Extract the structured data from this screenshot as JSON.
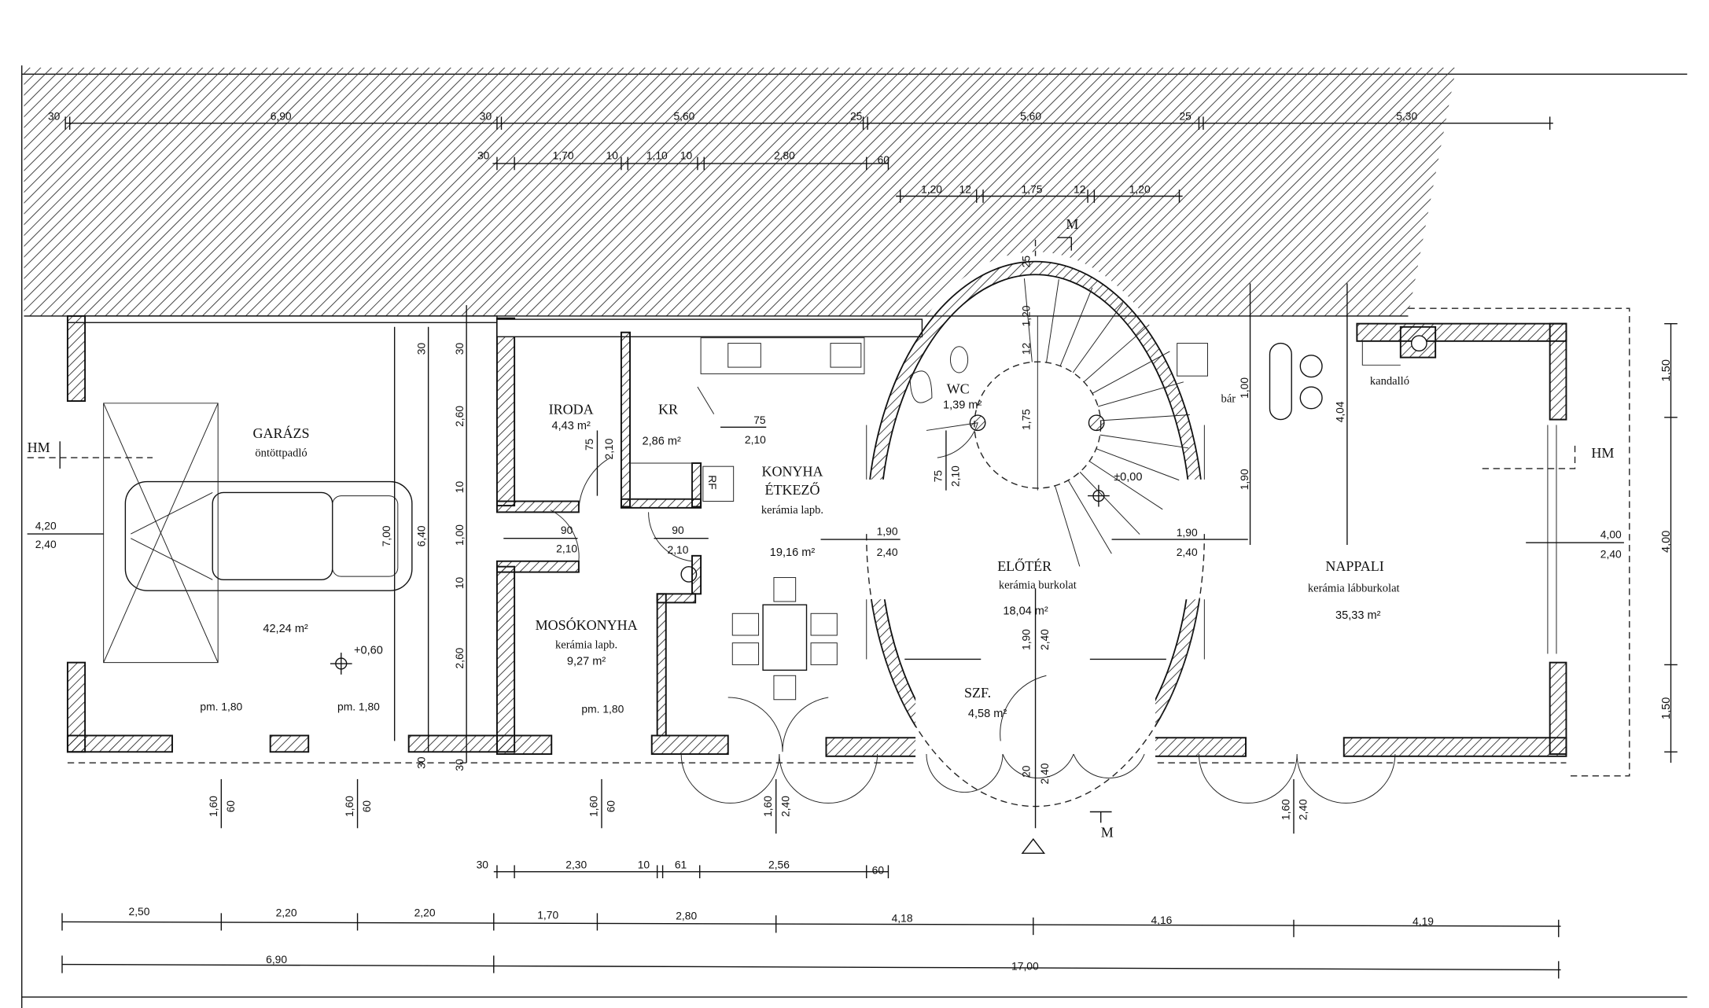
{
  "rooms": {
    "garage": {
      "name": "GARÁZS",
      "finish": "öntöttpadló",
      "area": "42,24 m²",
      "level": "+0,60"
    },
    "office": {
      "name": "IRODA",
      "area": "4,43 m²"
    },
    "pantry": {
      "name": "KR",
      "area": "2,86 m²"
    },
    "kitchen": {
      "name": "KONYHA",
      "name2": "ÉTKEZŐ",
      "finish": "kerámia lapb.",
      "area": "19,16 m²"
    },
    "laundry": {
      "name": "MOSÓKONYHA",
      "finish": "kerámia lapb.",
      "area": "9,27 m²"
    },
    "wc": {
      "name": "WC",
      "area": "1,39 m²"
    },
    "hall": {
      "name": "ELŐTÉR",
      "finish": "kerámia burkolat",
      "area": "18,04 m²",
      "level": "±0,00"
    },
    "closet": {
      "name": "SZF.",
      "area": "4,58 m²"
    },
    "living": {
      "name": "NAPPALI",
      "finish": "kerámia lábburkolat",
      "area": "35,33 m²"
    }
  },
  "fixtures": {
    "bar": "bár",
    "fireplace": "kandalló",
    "fridge": "RF"
  },
  "section_marks": {
    "m": "M",
    "hm": "HM"
  },
  "top_dims": {
    "row1": [
      "30",
      "6,90",
      "30",
      "5,60",
      "25",
      "5,60",
      "25",
      "5,30"
    ],
    "row2": [
      "30",
      "1,70",
      "10",
      "1,10",
      "10",
      "2,80",
      "60"
    ],
    "row3": [
      "1,20",
      "12",
      "1,75",
      "12",
      "1,20"
    ]
  },
  "bottom_dims": {
    "row1": [
      "30",
      "2,30",
      "10",
      "61",
      "2,56",
      "60"
    ],
    "row2": [
      "2,50",
      "2,20",
      "2,20",
      "1,70",
      "2,80",
      "4,18",
      "4,16",
      "4,19"
    ],
    "row3": [
      "6,90",
      "17,00"
    ]
  },
  "right_dims": [
    "1,50",
    "4,00",
    "1,50"
  ],
  "stair_dims": [
    "25",
    "1,20",
    "12",
    "1,75"
  ],
  "garage_dims": [
    "30",
    "7,00",
    "6,40",
    "30",
    "2,60",
    "10",
    "1,00",
    "10",
    "2,60",
    "30",
    "30"
  ],
  "living_dims": [
    "1,00",
    "1,90",
    "4,04"
  ],
  "openings": {
    "garage_door": [
      "4,20",
      "2,40"
    ],
    "pantry_door": [
      "75",
      "2,10"
    ],
    "office_door": [
      "75",
      "2,10"
    ],
    "kitchen_door": [
      "90",
      "2,10"
    ],
    "laundry_door": [
      "90",
      "2,10"
    ],
    "hall_kitchen": [
      "1,90",
      "2,40"
    ],
    "hall_living": [
      "1,90",
      "2,40"
    ],
    "living_window": [
      "4,00",
      "2,40"
    ],
    "wc_door": [
      "75",
      "2,10"
    ],
    "hall_closet": [
      "1,90",
      "2,40"
    ],
    "entrance": [
      "20",
      "2,40"
    ],
    "garage_windows": [
      "pm. 1,80",
      "pm. 1,80",
      "pm. 1,80"
    ],
    "window_heights": [
      [
        "1,60",
        "60"
      ],
      [
        "1,60",
        "60"
      ],
      [
        "1,60",
        "60"
      ],
      [
        "1,60",
        "2,40"
      ],
      [
        "1,60",
        "2,40"
      ]
    ]
  }
}
